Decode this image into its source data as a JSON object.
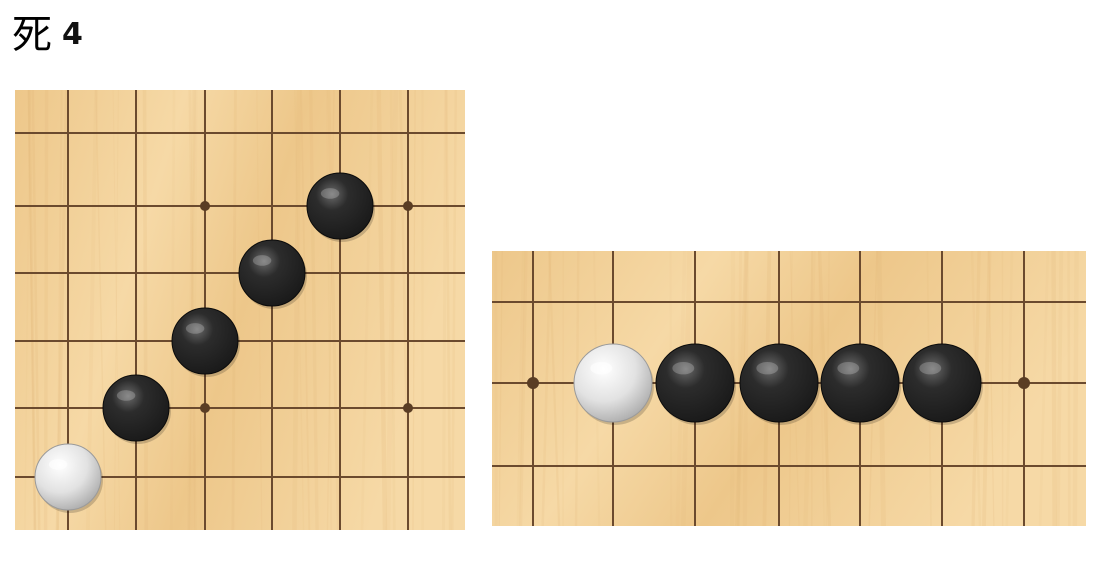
{
  "title": {
    "status": "死",
    "count": "4"
  },
  "colors": {
    "wood_light": "#f6d9a6",
    "wood_mid": "#edc78a",
    "wood_dark": "#dfb172",
    "grid_line": "#6b4a2e",
    "star_point": "#5a3d24",
    "black_stone": "#1a1a1a",
    "white_stone": "#e2e2e2"
  },
  "boards": [
    {
      "id": "diagonal-board",
      "stones": [
        {
          "color": "black",
          "col": 4,
          "row": 1
        },
        {
          "color": "black",
          "col": 3,
          "row": 2
        },
        {
          "color": "black",
          "col": 2,
          "row": 3
        },
        {
          "color": "black",
          "col": 1,
          "row": 4
        },
        {
          "color": "white",
          "col": 0,
          "row": 5
        }
      ],
      "star_points": [
        {
          "col": 2,
          "row": 1
        },
        {
          "col": 5,
          "row": 1
        },
        {
          "col": 2,
          "row": 4
        },
        {
          "col": 5,
          "row": 4
        }
      ]
    },
    {
      "id": "horizontal-board",
      "stones": [
        {
          "color": "white",
          "col": 1,
          "row": 1
        },
        {
          "color": "black",
          "col": 2,
          "row": 1
        },
        {
          "color": "black",
          "col": 3,
          "row": 1
        },
        {
          "color": "black",
          "col": 4,
          "row": 1
        },
        {
          "color": "black",
          "col": 5,
          "row": 1
        }
      ],
      "star_points": [
        {
          "col": 0,
          "row": 1
        },
        {
          "col": 6,
          "row": 1
        }
      ]
    }
  ]
}
